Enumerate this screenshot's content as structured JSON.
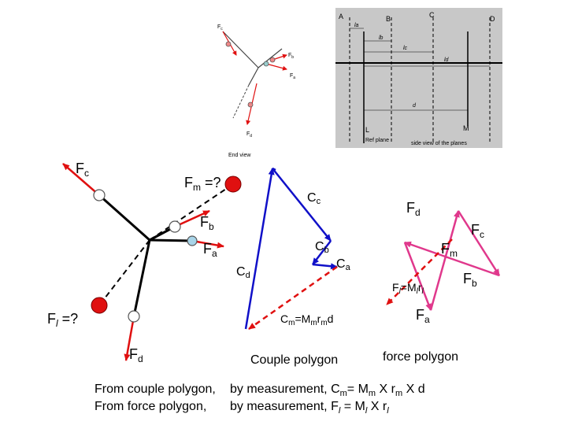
{
  "end_view": {
    "title": "End view",
    "labels": {
      "fc": "F",
      "fc_sub": "c",
      "fb": "F",
      "fb_sub": "b",
      "fa": "F",
      "fa_sub": "a",
      "fd": "F",
      "fd_sub": "d"
    }
  },
  "side_view": {
    "planes": {
      "a": "A",
      "b": "B",
      "c": "C",
      "d": "D"
    },
    "dims": {
      "la": "la",
      "lb": "lb",
      "lc": "lc",
      "ld": "ld",
      "d": "d"
    },
    "plane_l": "L",
    "plane_m": "M",
    "ref_plane": "Ref plane",
    "caption": "side view of the planes"
  },
  "main_view": {
    "fc": "F",
    "fc_sub": "c",
    "fm": "F",
    "fm_sub": "m",
    "fm_q": " =?",
    "fb": "F",
    "fb_sub": "b",
    "fa": "F",
    "fa_sub": "a",
    "fl": "F",
    "fl_sub": "l",
    "fl_q": " =?",
    "fd": "F",
    "fd_sub": "d"
  },
  "couple_polygon": {
    "cc": "C",
    "cc_sub": "c",
    "cb": "C",
    "cb_sub": "b",
    "ca": "C",
    "ca_sub": "a",
    "cd": "C",
    "cd_sub": "d",
    "cm_c": "C",
    "cm_sub": "m",
    "cm_eq": "=M",
    "cm_sub2": "m",
    "cm_r": "r",
    "cm_sub3": "m",
    "cm_d": "d",
    "caption": "Couple polygon"
  },
  "force_polygon": {
    "fd": "F",
    "fd_sub": "d",
    "fc": "F",
    "fc_sub": "c",
    "fm": "F",
    "fm_sub": "m",
    "fb": "F",
    "fb_sub": "b",
    "fa": "F",
    "fa_sub": "a",
    "fl_f": "F",
    "fl_sub": "l",
    "fl_eq": "=M",
    "fl_sub2": "l",
    "fl_r": "r",
    "fl_sub3": "l",
    "caption": "force polygon"
  },
  "footer": {
    "row1_left": "From couple polygon,",
    "row1_mid": "by measurement,",
    "row1_eq": "C",
    "row1_eq_sub": "m",
    "row1_rest": "= M",
    "row1_rest_sub": "m",
    "row1_x": " X r",
    "row1_x_sub": "m",
    "row1_end": " X  d",
    "row2_left": "From force polygon,",
    "row2_mid": "by measurement,",
    "row2_eq": "F",
    "row2_eq_sub": "l",
    "row2_rest": "  = M",
    "row2_rest_sub": "l",
    "row2_x": "  X r",
    "row2_x_sub": "l"
  },
  "colors": {
    "red": "#e01010",
    "blue": "#1010c8",
    "pink": "#e0388c",
    "grey_bg": "#c8c8c8"
  }
}
